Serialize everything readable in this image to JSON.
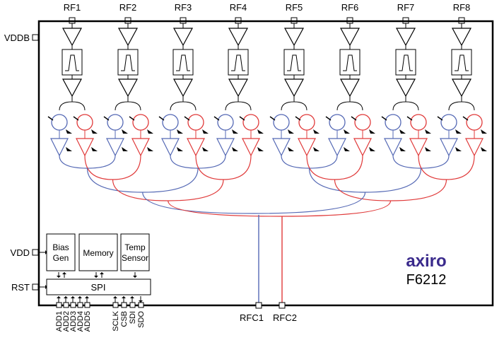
{
  "rf_ports": [
    "RF1",
    "RF2",
    "RF3",
    "RF4",
    "RF5",
    "RF6",
    "RF7",
    "RF8"
  ],
  "left_pins": [
    "VDDB",
    "VDD",
    "RST"
  ],
  "bottom_rf_ports": [
    "RFC1",
    "RFC2"
  ],
  "blocks": {
    "bias": [
      "Bias",
      "Gen"
    ],
    "memory": "Memory",
    "temp": [
      "Temp",
      "Sensor"
    ],
    "spi": "SPI"
  },
  "address_pins": [
    "ADD1",
    "ADD2",
    "ADD3",
    "ADD4",
    "ADD5"
  ],
  "serial_pins": [
    "SCLK",
    "CSB",
    "SDI",
    "SDO"
  ],
  "brand": {
    "logo": "axiro",
    "part": "F6212"
  },
  "colors": {
    "outline": "#000000",
    "path1": "#5569b5",
    "path2": "#e03a3a",
    "logo": "#3a2a8c"
  }
}
